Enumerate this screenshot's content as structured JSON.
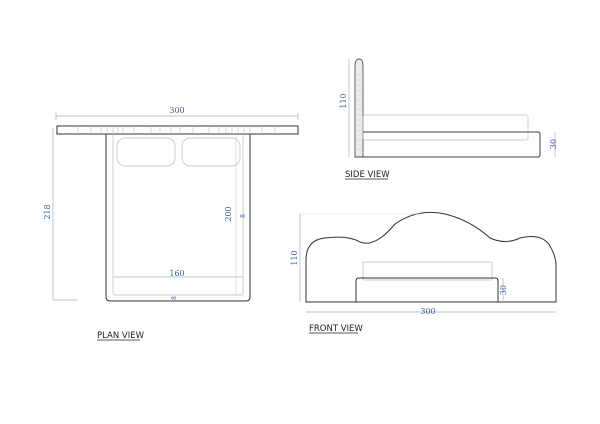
{
  "drawing": {
    "views": {
      "plan": {
        "title": "PLAN VIEW",
        "dims": {
          "overall_width": "300",
          "overall_length": "218",
          "mattress_width": "160",
          "mattress_length": "200",
          "side_gap": "8",
          "foot_gap": "8"
        }
      },
      "side": {
        "title": "SIDE VIEW",
        "dims": {
          "headboard_height": "110",
          "base_height": "30"
        }
      },
      "front": {
        "title": "FRONT VIEW",
        "dims": {
          "headboard_height": "110",
          "base_height": "30",
          "overall_width": "300"
        }
      }
    },
    "colors": {
      "line": "#333333",
      "light_line": "#b8b8b8",
      "dimension": "#3a5f96"
    }
  }
}
